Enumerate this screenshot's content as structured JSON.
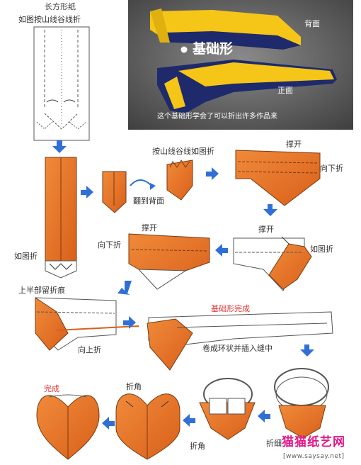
{
  "labels": {
    "rect_paper": "长方形纸",
    "fold_instruction": "如图按山线谷线折",
    "back": "背面",
    "basic_form": "基础形",
    "front": "正面",
    "photo_caption": "这个基础形学会了可以折出许多作品来",
    "mountain_valley_fold": "按山线谷线如图折",
    "spread_open_1": "撑开",
    "fold_down_1": "向下折",
    "flip_to_back": "翻到背面",
    "fold_as_shown_1": "如图折",
    "spread_open_2": "撑开",
    "fold_down_2": "向下折",
    "spread_open_3": "撑开",
    "fold_as_shown_2": "如图折",
    "keep_crease_top": "上半部留折痕",
    "fold_up": "向上折",
    "basic_form_done": "基础形完成",
    "roll_insert": "卷成环状并插入缝中",
    "done": "完成",
    "fold_corner_1": "折角",
    "fold_corner_2": "折角",
    "fold_thin": "折细"
  },
  "watermark": {
    "logo_text": "猫猫纸艺网",
    "url": "[www.saysay.net]"
  },
  "colors": {
    "paper_orange": "#e8742a",
    "paper_yellow": "#f5c518",
    "paper_navy": "#1e2a6b",
    "arrow_blue": "#2f6fd6",
    "highlight_red": "#e03030",
    "watermark_pink": "#e0188a"
  }
}
